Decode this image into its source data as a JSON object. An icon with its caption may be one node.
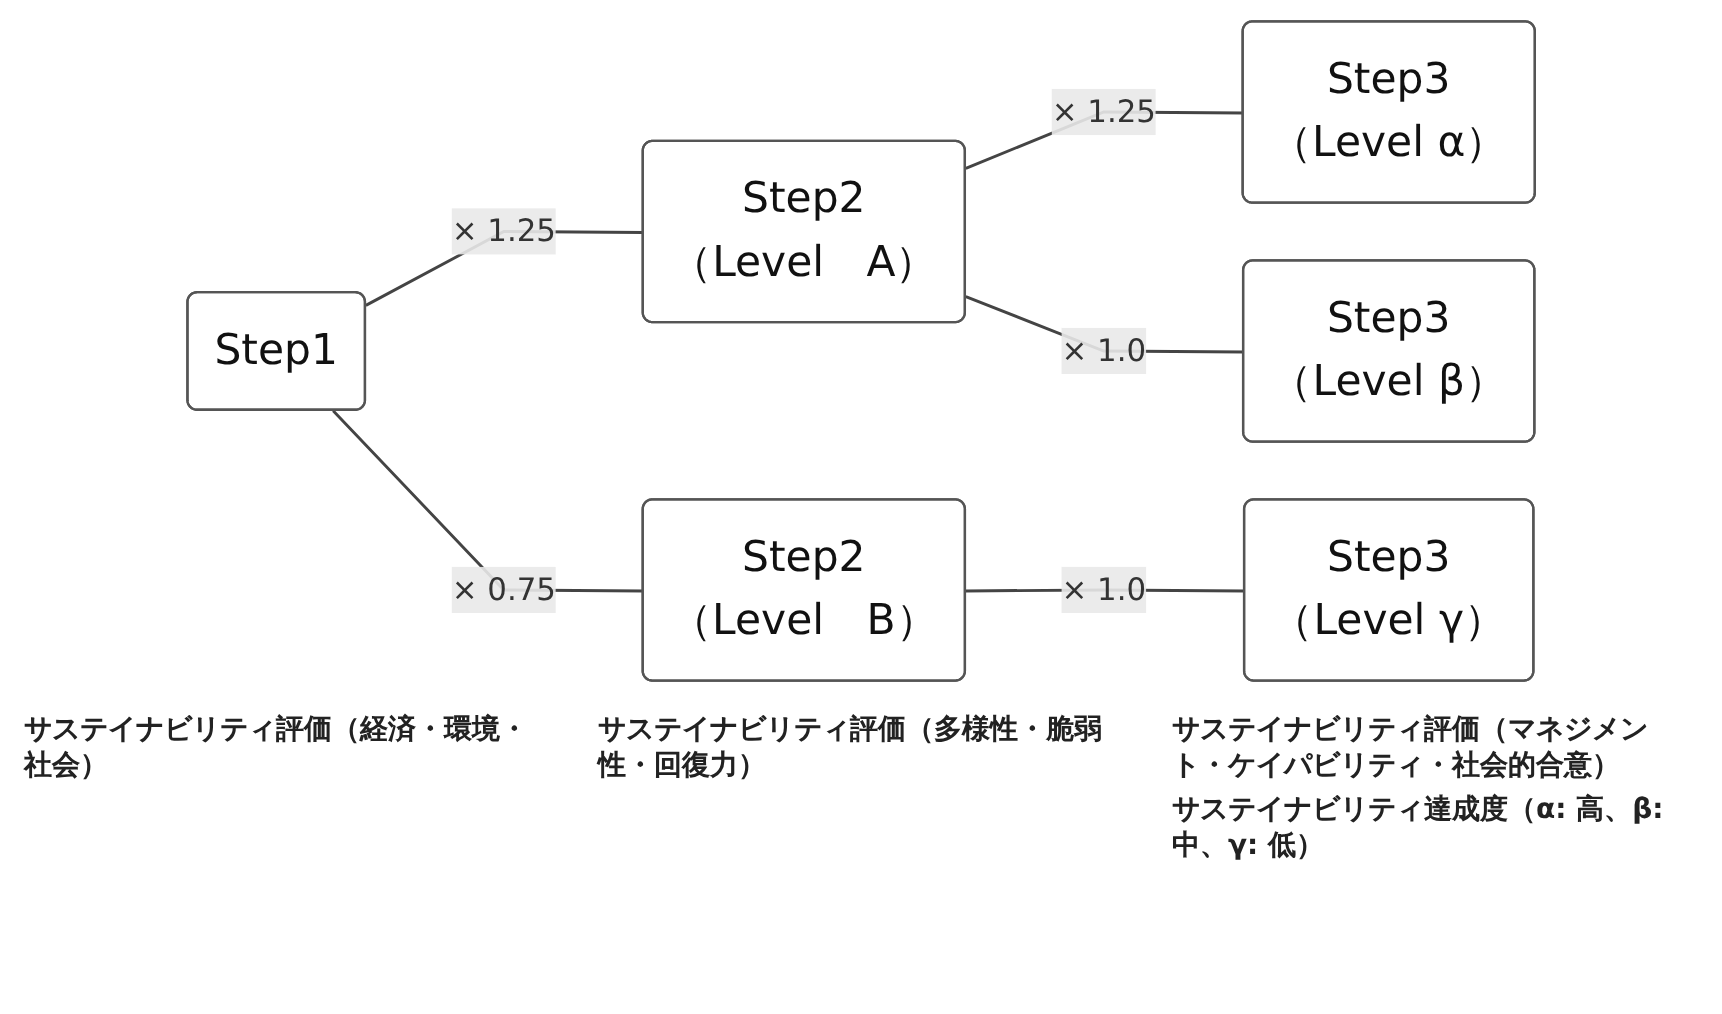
{
  "diagram": {
    "nodes": [
      {
        "text": [
          "Step1"
        ]
      },
      {
        "text": [
          "Step2",
          "（Level　A）"
        ]
      },
      {
        "text": [
          "Step3",
          "（Level α）"
        ]
      },
      {
        "text": [
          "Step3",
          "（Level β）"
        ]
      },
      {
        "text": [
          "Step2",
          "（Level　B）"
        ]
      },
      {
        "text": [
          "Step3",
          "（Level γ）"
        ]
      }
    ],
    "edges": [
      {
        "from": 0,
        "to": 1,
        "arrow": "none",
        "label": "× 1.25"
      },
      {
        "from": 0,
        "to": 4,
        "arrow": "none",
        "label": "× 0.75"
      },
      {
        "from": 1,
        "to": 2,
        "arrow": "none",
        "label": "× 1.25"
      },
      {
        "from": 1,
        "to": 3,
        "arrow": "none",
        "label": "× 1.0"
      },
      {
        "from": 4,
        "to": 5,
        "arrow": "none",
        "label": "× 1.0"
      }
    ],
    "labels": [
      "サステイナビリティ評価（経済・環境・社会）",
      "サステイナビリティ評価（多様性・脆弱性・回復力）",
      "サステイナビリティ評価（マネジメント・ケイパビリティ・社会的合意）",
      "サステイナビリティ達成度（α: 高、β: 中、γ: 低）"
    ]
  }
}
